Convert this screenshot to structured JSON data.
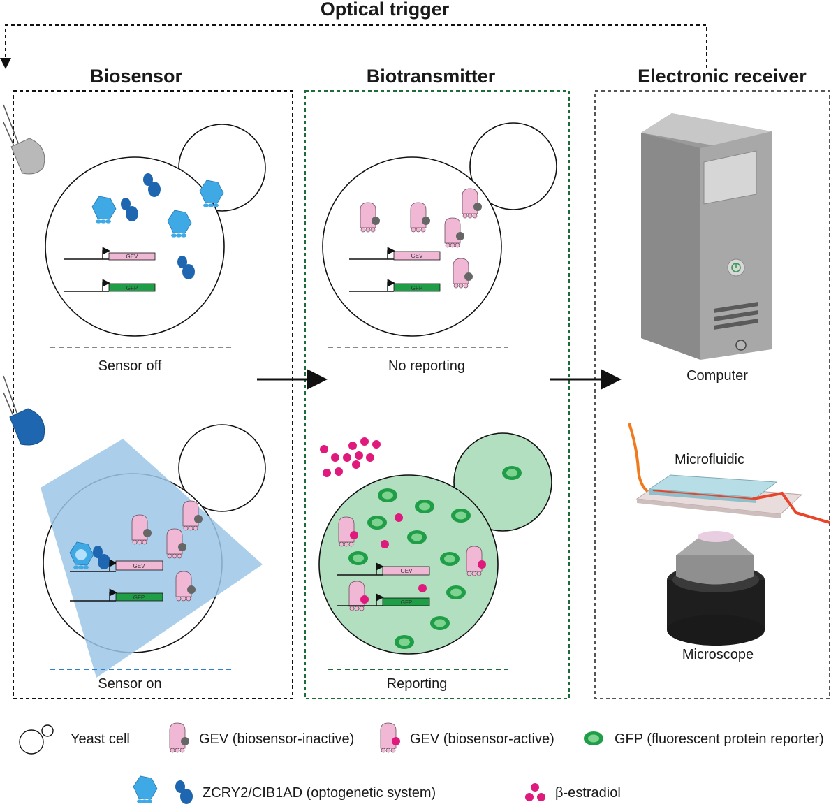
{
  "title": "Optical trigger",
  "panels": {
    "biosensor": {
      "title": "Biosensor",
      "top_caption": "Sensor off",
      "bottom_caption": "Sensor on"
    },
    "biotransmitter": {
      "title": "Biotransmitter",
      "top_caption": "No reporting",
      "bottom_caption": "Reporting"
    },
    "receiver": {
      "title": "Electronic receiver",
      "computer_label": "Computer",
      "microfluidic_label": "Microfluidic",
      "microscope_label": "Microscope"
    }
  },
  "genes": {
    "gev": "GEV",
    "gfp": "GFP"
  },
  "legend": {
    "yeast": "Yeast cell",
    "gev_inactive": "GEV (biosensor-inactive)",
    "gev_active": "GEV (biosensor-active)",
    "gfp": "GFP (fluorescent protein reporter)",
    "optogenetic": "ZCRY2/CIB1AD (optogenetic system)",
    "estradiol": "β-estradiol"
  },
  "colors": {
    "light_blue": "#3fa9e6",
    "dark_blue": "#1f66b0",
    "gev_pink": "#f0b8d4",
    "magenta": "#e0197d",
    "gfp_green": "#1f9e47",
    "cell_green": "#b3dfc1",
    "biotransmitter_border": "#1e6b3a",
    "light_beam": "#9cc7e6"
  }
}
